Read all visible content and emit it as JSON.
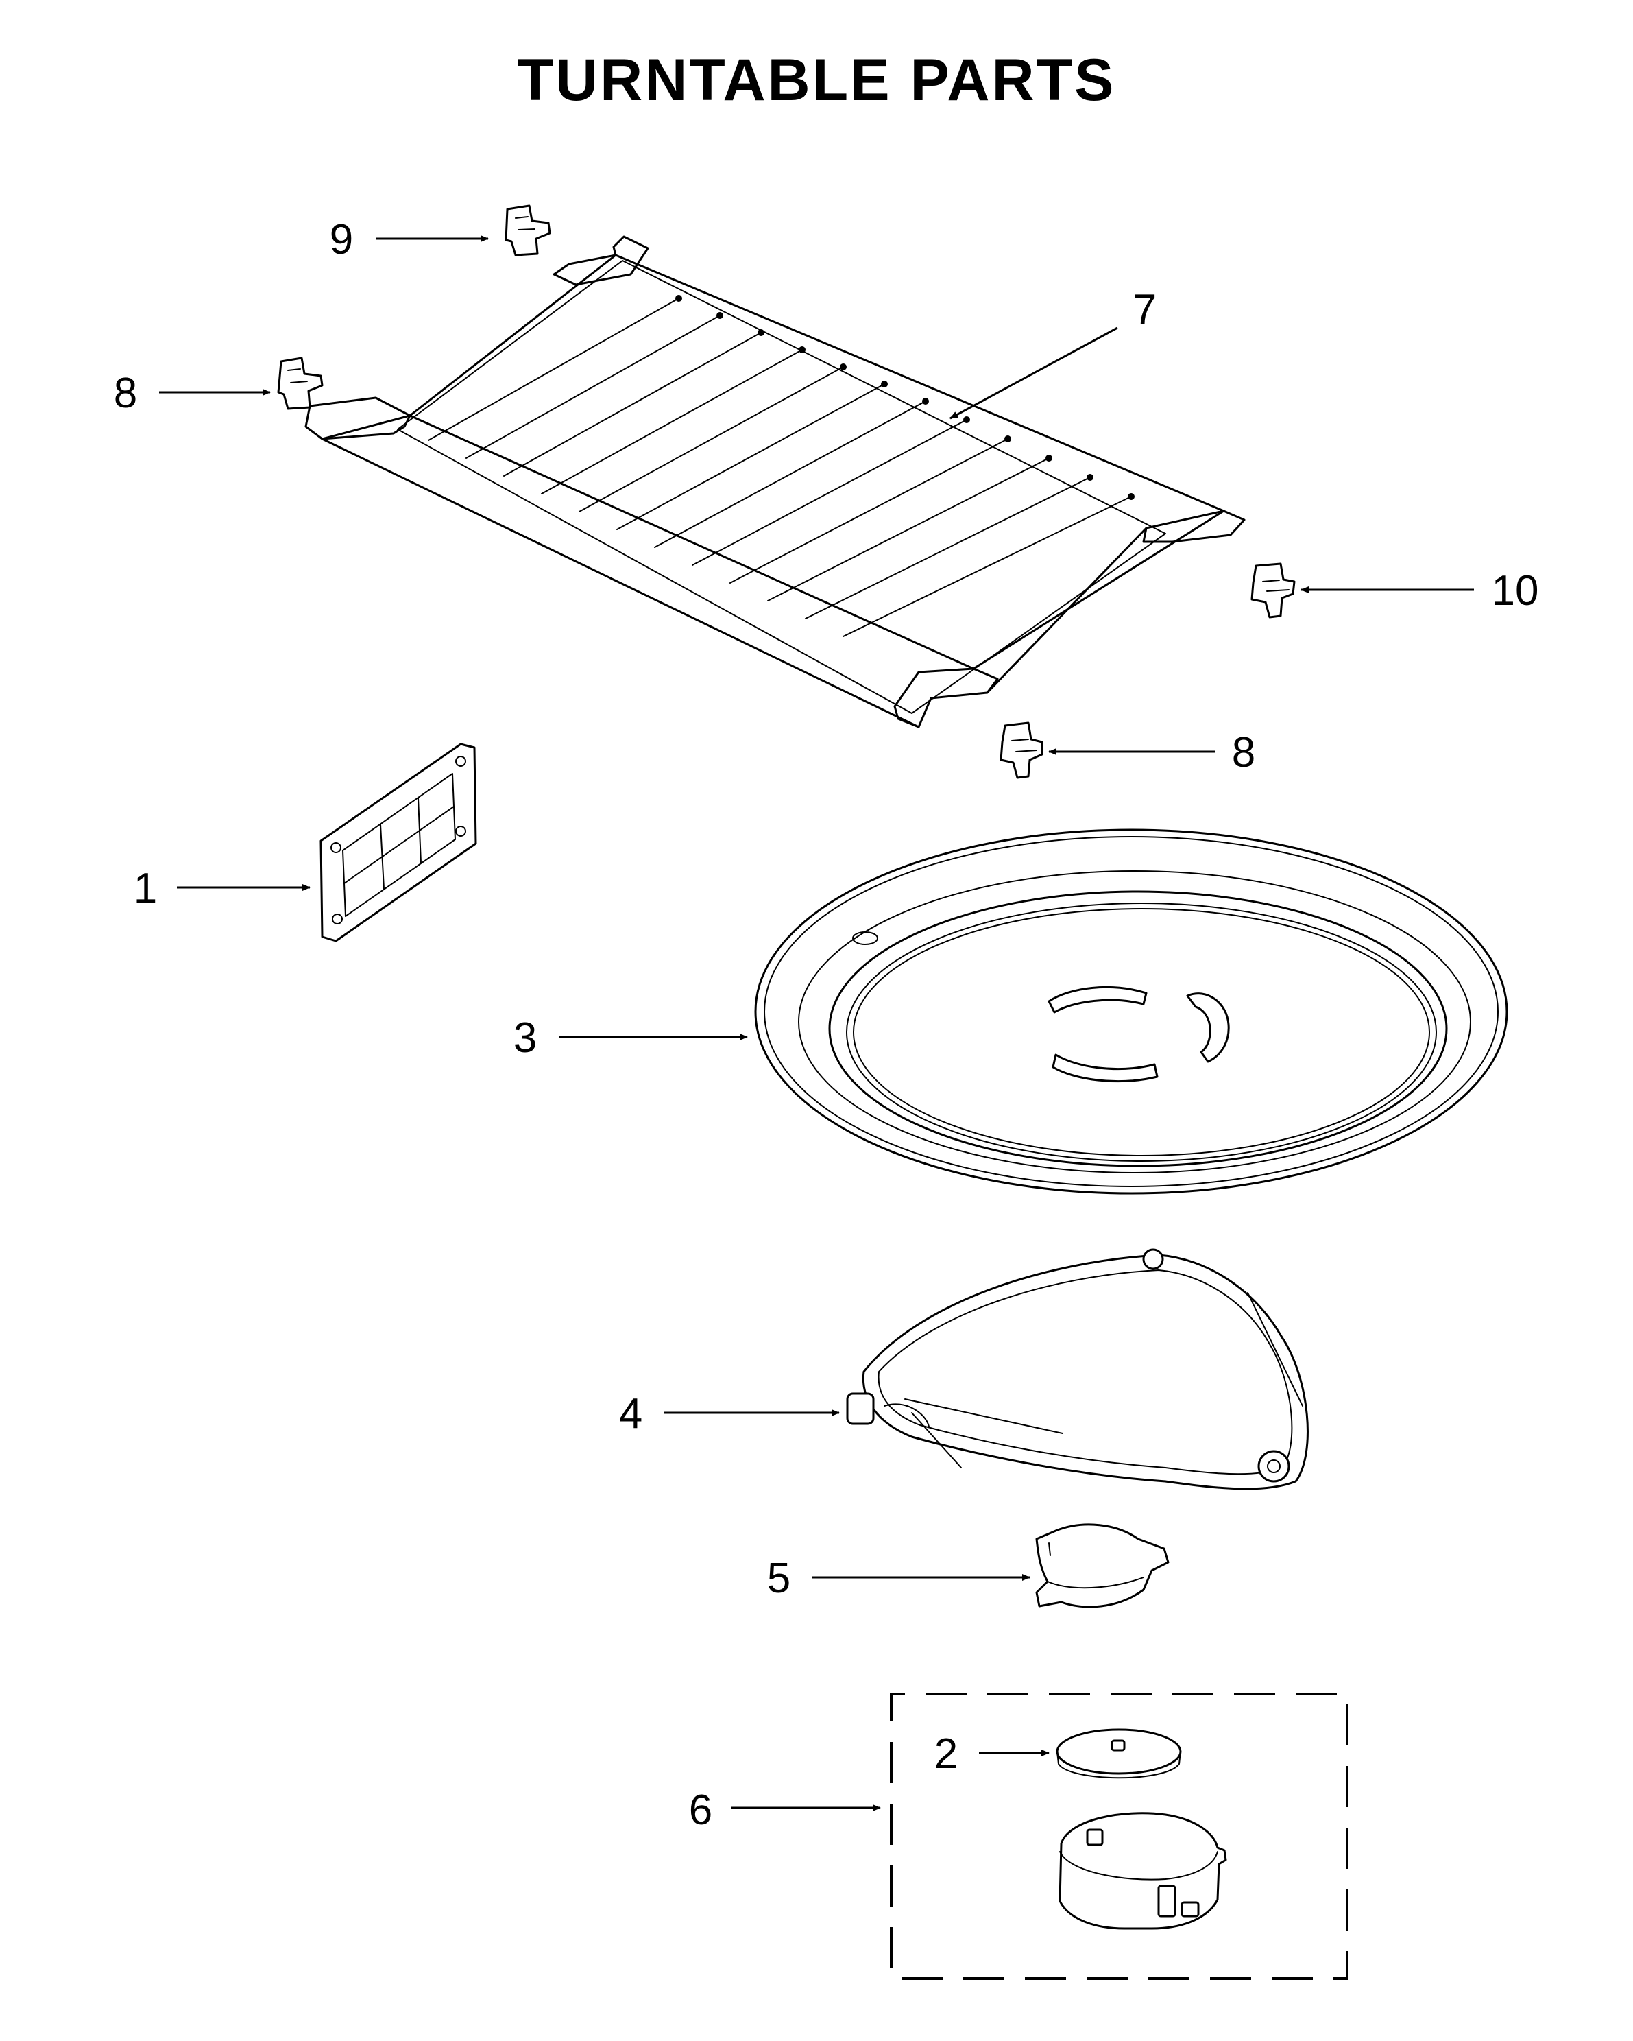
{
  "title": "TURNTABLE PARTS",
  "callouts": {
    "c1": "1",
    "c2": "2",
    "c3": "3",
    "c4": "4",
    "c5": "5",
    "c6": "6",
    "c7": "7",
    "c8a": "8",
    "c8b": "8",
    "c9": "9",
    "c10": "10"
  }
}
